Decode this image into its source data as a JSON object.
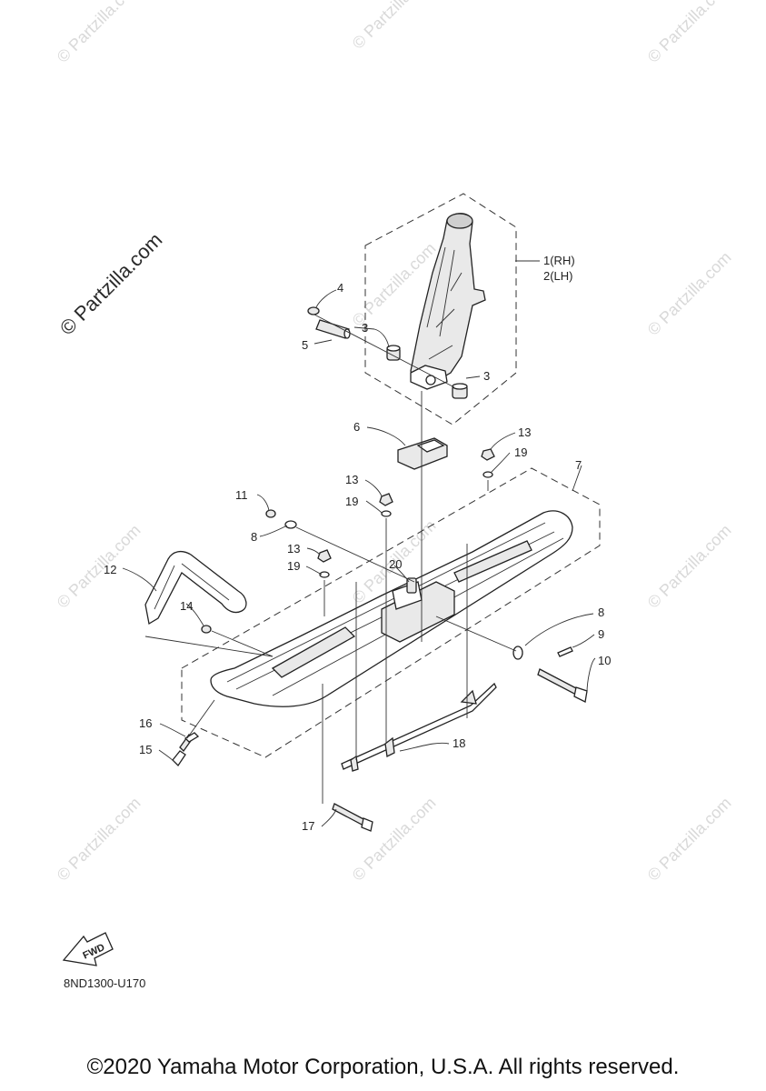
{
  "watermark": {
    "main": "© Partzilla.com",
    "repeat": "© Partzilla.com"
  },
  "callouts": {
    "c1": "1(RH)",
    "c2": "2(LH)",
    "c3a": "3",
    "c3b": "3",
    "c4": "4",
    "c5": "5",
    "c6": "6",
    "c7": "7",
    "c8a": "8",
    "c8b": "8",
    "c9": "9",
    "c10": "10",
    "c11": "11",
    "c12": "12",
    "c13a": "13",
    "c13b": "13",
    "c13c": "13",
    "c14": "14",
    "c15": "15",
    "c16": "16",
    "c17": "17",
    "c18": "18",
    "c19a": "19",
    "c19b": "19",
    "c19c": "19",
    "c20": "20"
  },
  "fwd_label": "FWD",
  "diagram_code": "8ND1300-U170",
  "copyright": "©2020 Yamaha Motor Corporation, U.S.A. All rights reserved."
}
